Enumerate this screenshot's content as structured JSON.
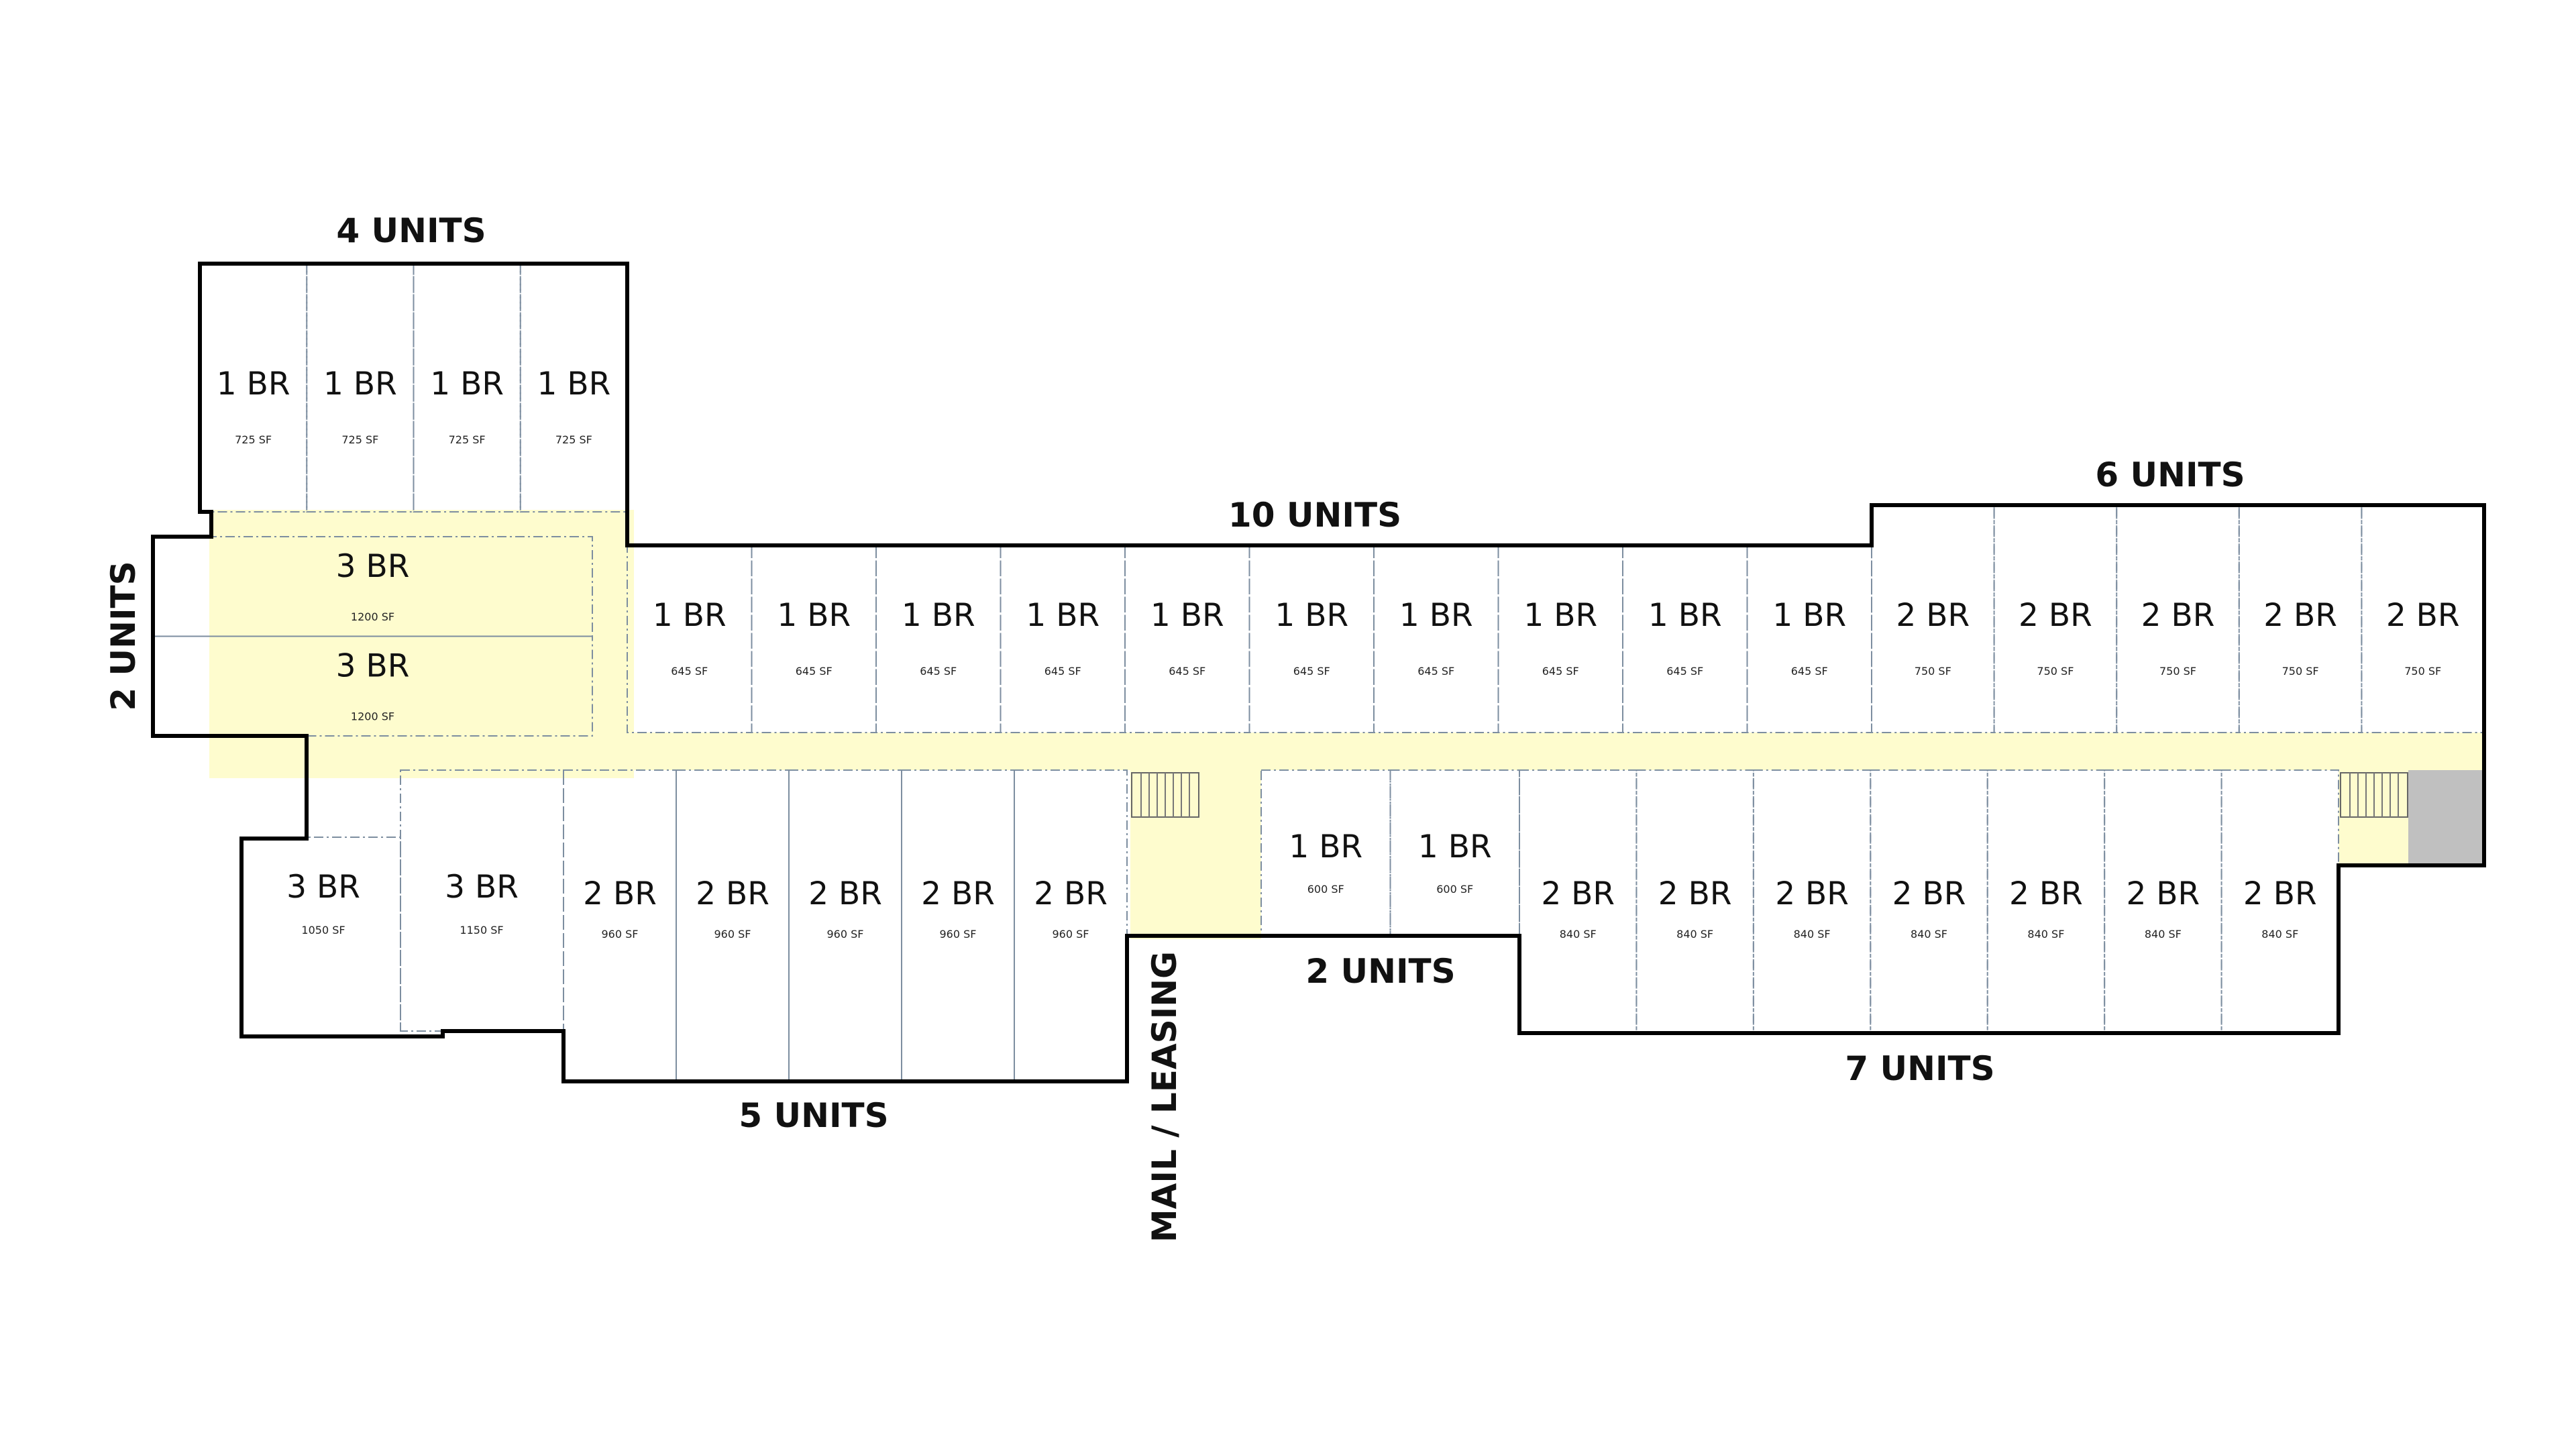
{
  "colors": {
    "one_br": "#ddf7fb",
    "two_br": "#a3d0fb",
    "three_br": "#6a9fe6",
    "corridor": "#fefcce",
    "service": "#c0c0c0",
    "outline": "#000000"
  },
  "groups": [
    {
      "id": "north-wing",
      "label": "4 UNITS",
      "units": [
        {
          "type": "1 BR",
          "area": "725 SF"
        },
        {
          "type": "1 BR",
          "area": "725 SF"
        },
        {
          "type": "1 BR",
          "area": "725 SF"
        },
        {
          "type": "1 BR",
          "area": "725 SF"
        }
      ]
    },
    {
      "id": "west-wing",
      "label": "2 UNITS",
      "units": [
        {
          "type": "3 BR",
          "area": "1200 SF"
        },
        {
          "type": "3 BR",
          "area": "1200 SF"
        }
      ]
    },
    {
      "id": "center-north",
      "label": "10 UNITS",
      "units": [
        {
          "type": "1 BR",
          "area": "645 SF"
        },
        {
          "type": "1 BR",
          "area": "645 SF"
        },
        {
          "type": "1 BR",
          "area": "645 SF"
        },
        {
          "type": "1 BR",
          "area": "645 SF"
        },
        {
          "type": "1 BR",
          "area": "645 SF"
        },
        {
          "type": "1 BR",
          "area": "645 SF"
        },
        {
          "type": "1 BR",
          "area": "645 SF"
        },
        {
          "type": "1 BR",
          "area": "645 SF"
        },
        {
          "type": "1 BR",
          "area": "645 SF"
        },
        {
          "type": "1 BR",
          "area": "645 SF"
        }
      ]
    },
    {
      "id": "east-north",
      "label": "6 UNITS",
      "units": [
        {
          "type": "2 BR",
          "area": "750 SF"
        },
        {
          "type": "2 BR",
          "area": "750 SF"
        },
        {
          "type": "2 BR",
          "area": "750 SF"
        },
        {
          "type": "2 BR",
          "area": "750 SF"
        },
        {
          "type": "2 BR",
          "area": "750 SF"
        }
      ]
    },
    {
      "id": "southwest",
      "label": "",
      "units": [
        {
          "type": "3 BR",
          "area": "1050 SF"
        },
        {
          "type": "3 BR",
          "area": "1150 SF"
        }
      ]
    },
    {
      "id": "south-center",
      "label": "5 UNITS",
      "units": [
        {
          "type": "2 BR",
          "area": "960 SF"
        },
        {
          "type": "2 BR",
          "area": "960 SF"
        },
        {
          "type": "2 BR",
          "area": "960 SF"
        },
        {
          "type": "2 BR",
          "area": "960 SF"
        },
        {
          "type": "2 BR",
          "area": "960 SF"
        }
      ]
    },
    {
      "id": "south-small",
      "label": "2 UNITS",
      "units": [
        {
          "type": "1 BR",
          "area": "600 SF"
        },
        {
          "type": "1 BR",
          "area": "600 SF"
        }
      ]
    },
    {
      "id": "south-east",
      "label": "7 UNITS",
      "units": [
        {
          "type": "2 BR",
          "area": "840 SF"
        },
        {
          "type": "2 BR",
          "area": "840 SF"
        },
        {
          "type": "2 BR",
          "area": "840 SF"
        },
        {
          "type": "2 BR",
          "area": "840 SF"
        },
        {
          "type": "2 BR",
          "area": "840 SF"
        },
        {
          "type": "2 BR",
          "area": "840 SF"
        },
        {
          "type": "2 BR",
          "area": "840 SF"
        }
      ]
    }
  ],
  "amenities": {
    "mail_leasing": "MAIL / LEASING"
  }
}
